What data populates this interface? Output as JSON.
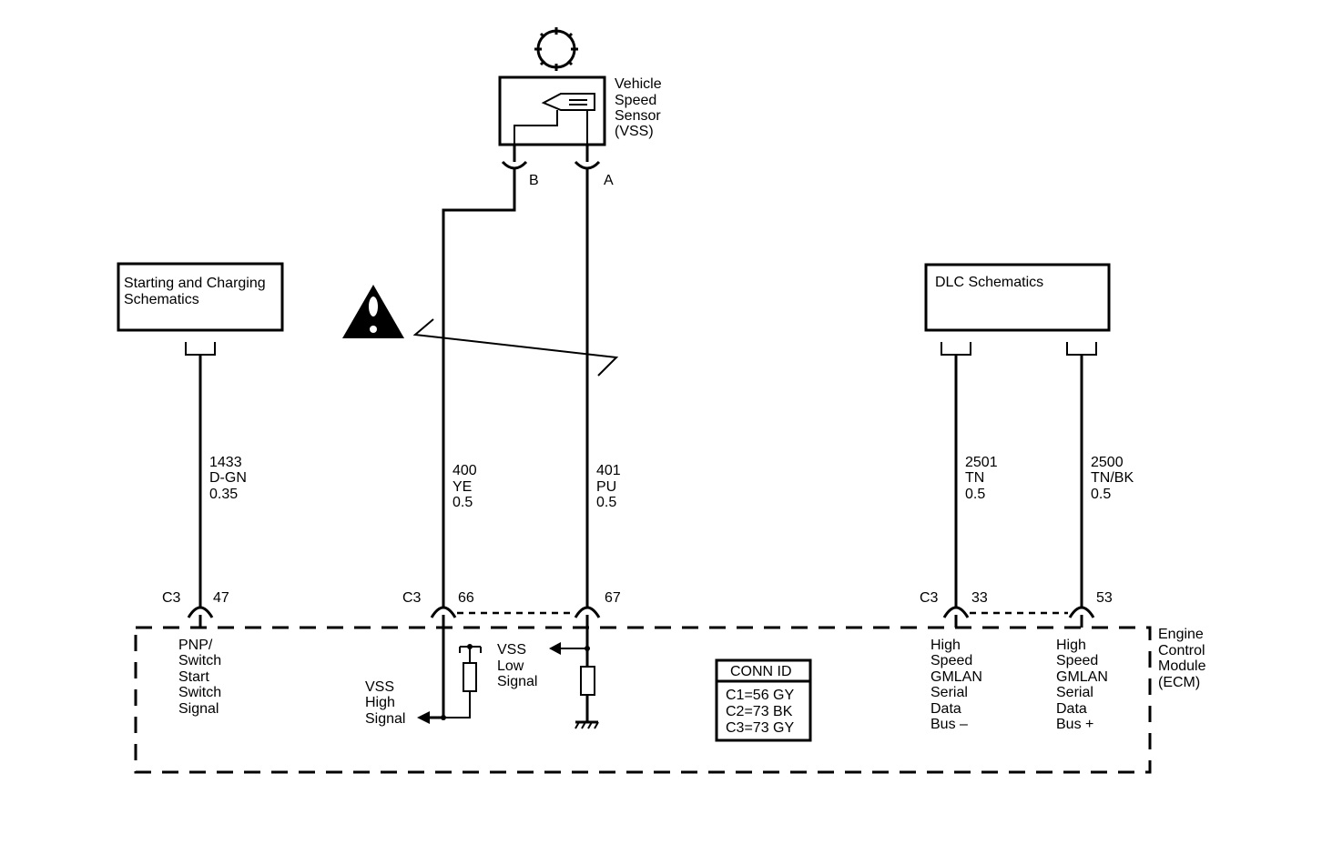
{
  "sensor": {
    "label_lines": [
      "Vehicle",
      "Speed",
      "Sensor",
      "(VSS)"
    ],
    "pin_b": "B",
    "pin_a": "A"
  },
  "starting_box": {
    "lines": [
      "Starting and Charging",
      "Schematics"
    ]
  },
  "dlc_box": {
    "label": "DLC Schematics"
  },
  "wires": {
    "w1433": {
      "lines": [
        "1433",
        "D-GN",
        "0.35"
      ]
    },
    "w400": {
      "lines": [
        "400",
        "YE",
        "0.5"
      ]
    },
    "w401": {
      "lines": [
        "401",
        "PU",
        "0.5"
      ]
    },
    "w2501": {
      "lines": [
        "2501",
        "TN",
        "0.5"
      ]
    },
    "w2500": {
      "lines": [
        "2500",
        "TN/BK",
        "0.5"
      ]
    }
  },
  "connectors": {
    "c47": {
      "conn": "C3",
      "pin": "47"
    },
    "c66": {
      "conn": "C3",
      "pin": "66"
    },
    "c67": {
      "pin": "67"
    },
    "c33": {
      "conn": "C3",
      "pin": "33"
    },
    "c53": {
      "pin": "53"
    }
  },
  "ecm": {
    "label_lines": [
      "Engine",
      "Control",
      "Module",
      "(ECM)"
    ],
    "pnp_lines": [
      "PNP/",
      "Switch",
      "Start",
      "Switch",
      "Signal"
    ],
    "vss_high_lines": [
      "VSS",
      "High",
      "Signal"
    ],
    "vss_low_lines": [
      "VSS",
      "Low",
      "Signal"
    ],
    "bus_minus_lines": [
      "High",
      "Speed",
      "GMLAN",
      "Serial",
      "Data",
      "Bus –"
    ],
    "bus_plus_lines": [
      "High",
      "Speed",
      "GMLAN",
      "Serial",
      "Data",
      "Bus +"
    ]
  },
  "conn_id": {
    "title": "CONN ID",
    "rows": [
      "C1=56 GY",
      "C2=73 BK",
      "C3=73 GY"
    ]
  },
  "icons": {
    "caution": "caution-triangle-icon",
    "sensor_wheel": "tone-wheel-icon",
    "ground": "ground-icon"
  }
}
